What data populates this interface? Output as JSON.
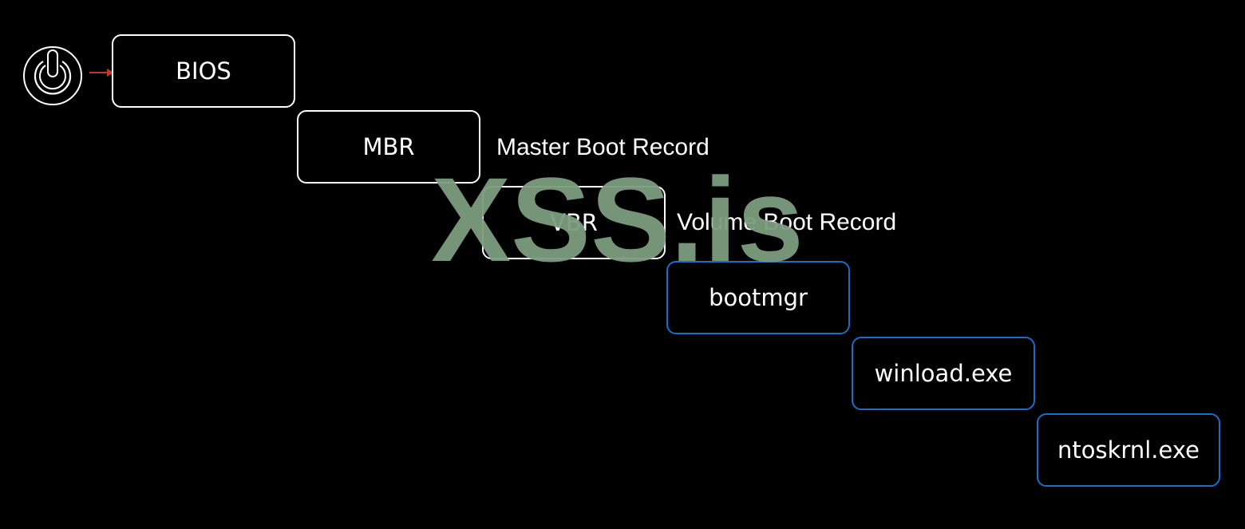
{
  "diagram": {
    "steps": [
      {
        "label": "BIOS",
        "style": "white"
      },
      {
        "label": "MBR",
        "style": "white",
        "caption": "Master Boot Record"
      },
      {
        "label": "VBR",
        "style": "white",
        "caption": "Volume Boot Record"
      },
      {
        "label": "bootmgr",
        "style": "blue"
      },
      {
        "label": "winload.exe",
        "style": "blue"
      },
      {
        "label": "ntoskrnl.exe",
        "style": "blue"
      }
    ],
    "colors": {
      "background": "#000000",
      "box_white": "#ffffff",
      "box_blue": "#1a6fc4",
      "arrow": "#c0392b",
      "watermark": "#7d9c7f"
    },
    "icons": {
      "start": "power-icon",
      "connector": "arrow-right-icon"
    }
  },
  "watermark": {
    "text": "XSS.is"
  }
}
